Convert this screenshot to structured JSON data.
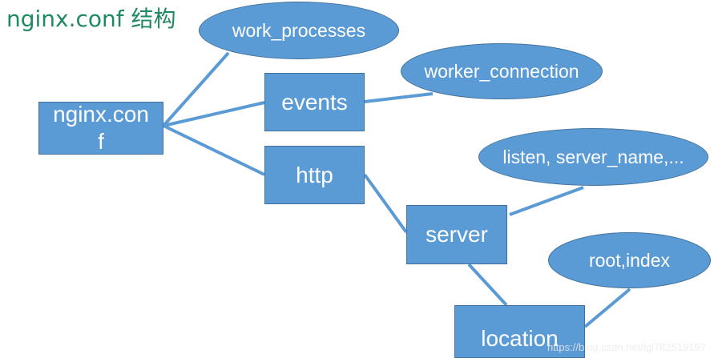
{
  "title": "nginx.conf 结构",
  "nodes": {
    "root": {
      "label": "nginx.con\nf"
    },
    "events": {
      "label": "events"
    },
    "http": {
      "label": "http"
    },
    "server": {
      "label": "server"
    },
    "location": {
      "label": "location"
    }
  },
  "attributes": {
    "work_processes": {
      "label": "work_processes"
    },
    "worker_connection": {
      "label": "worker_connection"
    },
    "listen": {
      "label": "listen, server_name,..."
    },
    "root_index": {
      "label": "root,index"
    }
  },
  "watermark": "https://blog.csdn.net/lgl782519197",
  "colors": {
    "node_fill": "#5b9bd5",
    "node_border": "#41719c",
    "edge": "#5b9bd5",
    "title": "#1f8a60",
    "text": "#ffffff"
  }
}
